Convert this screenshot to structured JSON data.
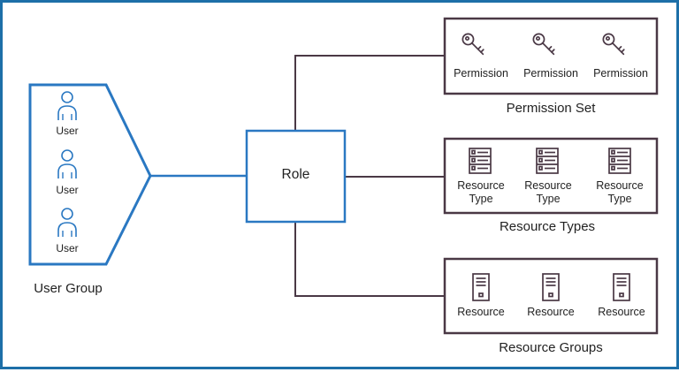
{
  "user_group": {
    "caption": "User Group",
    "users": [
      {
        "label": "User"
      },
      {
        "label": "User"
      },
      {
        "label": "User"
      }
    ]
  },
  "role": {
    "label": "Role"
  },
  "permission_set": {
    "caption": "Permission Set",
    "items": [
      {
        "label": "Permission"
      },
      {
        "label": "Permission"
      },
      {
        "label": "Permission"
      }
    ]
  },
  "resource_types": {
    "caption": "Resource Types",
    "items": [
      {
        "label": "Resource Type"
      },
      {
        "label": "Resource Type"
      },
      {
        "label": "Resource Type"
      }
    ]
  },
  "resource_groups": {
    "caption": "Resource Groups",
    "items": [
      {
        "label": "Resource"
      },
      {
        "label": "Resource"
      },
      {
        "label": "Resource"
      }
    ]
  },
  "colors": {
    "blue": "#2a78c2",
    "dark": "#4a3845",
    "frame": "#1d6fa8"
  },
  "icons": {
    "user": "person-outline-icon",
    "permission": "key-icon",
    "resource_type": "list-document-icon",
    "resource": "server-tower-icon"
  }
}
